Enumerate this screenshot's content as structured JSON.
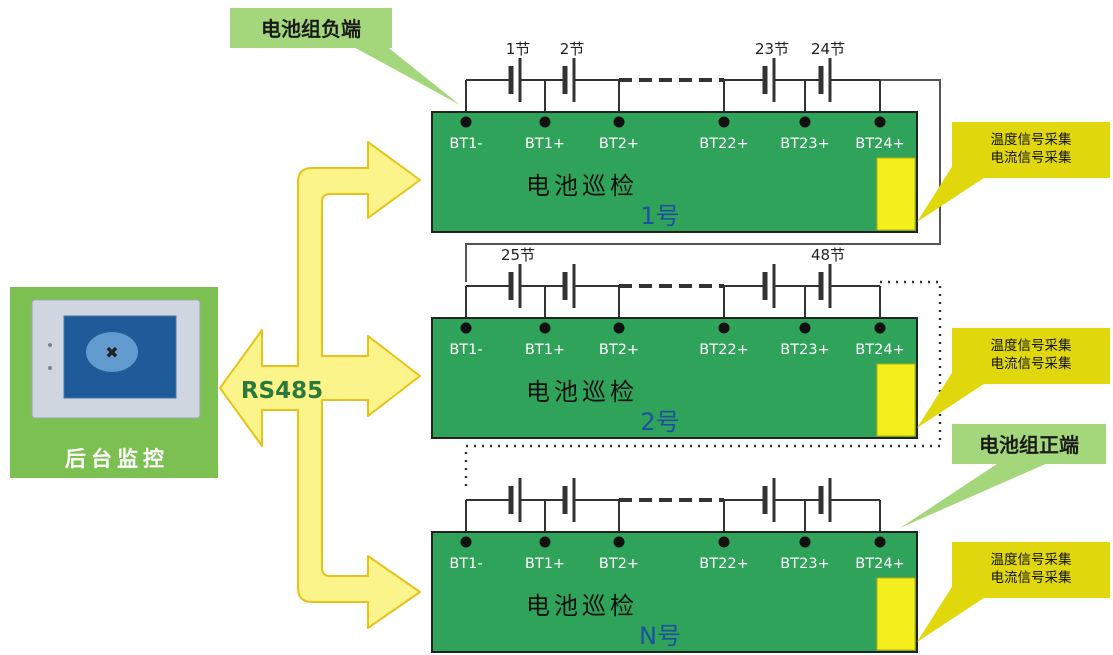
{
  "colors": {
    "board_green": "#2fa35a",
    "board_border": "#222222",
    "yellow": "#f4ee1c",
    "arrow_fill": "#fbf48a",
    "arrow_stroke": "#e6c21a",
    "callout_fill": "#e0d80c",
    "label_green": "#a4d77c",
    "monitor_bg": "#7dc052",
    "rs485_green": "#2a7a3e",
    "label_blue": "#1f4fa0",
    "wire": "#333333"
  },
  "labels": {
    "battery_negative": "电池组负端",
    "battery_positive": "电池组正端",
    "bus": "RS485",
    "monitor": "后台监控",
    "sensor_line1": "温度信号采集",
    "sensor_line2": "电流信号采集"
  },
  "boards": [
    {
      "title": "电池巡检",
      "number": "1号",
      "terminals": [
        "BT1-",
        "BT1+",
        "BT2+",
        "BT22+",
        "BT23+",
        "BT24+"
      ],
      "cells": [
        "1节",
        "2节",
        "23节",
        "24节"
      ]
    },
    {
      "title": "电池巡检",
      "number": "2号",
      "terminals": [
        "BT1-",
        "BT1+",
        "BT2+",
        "BT22+",
        "BT23+",
        "BT24+"
      ],
      "cells": [
        "25节",
        "",
        "",
        "48节"
      ]
    },
    {
      "title": "电池巡检",
      "number": "N号",
      "terminals": [
        "BT1-",
        "BT1+",
        "BT2+",
        "BT22+",
        "BT23+",
        "BT24+"
      ],
      "cells": [
        "",
        "",
        "",
        ""
      ]
    }
  ]
}
